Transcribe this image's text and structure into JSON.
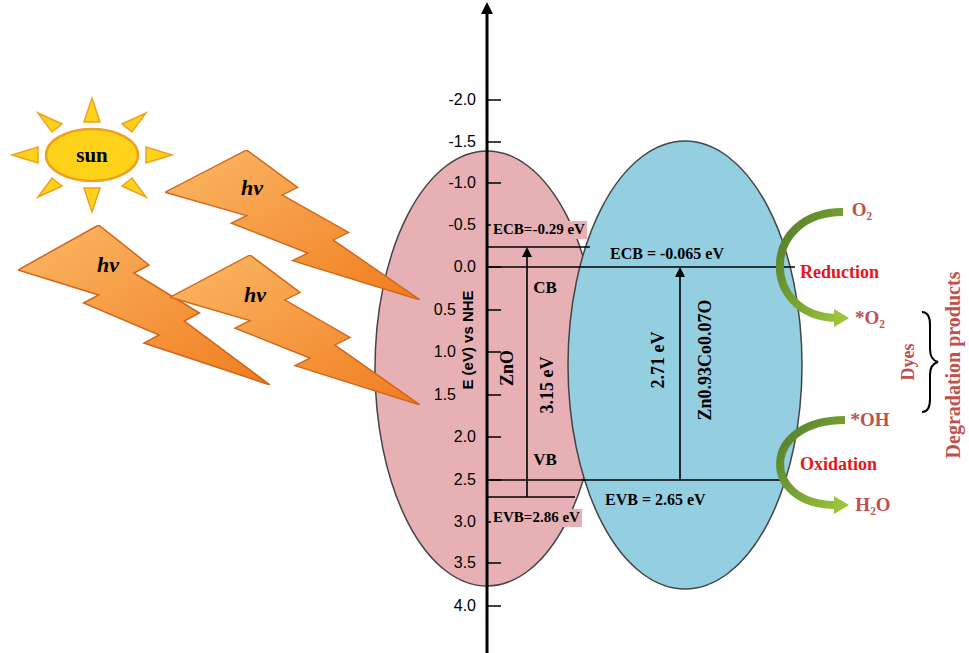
{
  "diagram": {
    "nodes": [
      {
        "text": [
          "sun"
        ]
      },
      {
        "text": [
          "hv"
        ]
      },
      {
        "text": [
          "hv"
        ]
      },
      {
        "text": [
          "hv"
        ]
      },
      {
        "text": [
          "ECB=-0.29 eV",
          "CB",
          "ZnO",
          "3.15 eV",
          "VB",
          "EVB=2.86 eV"
        ]
      },
      {
        "text": [
          "ECB = -0.065 eV",
          "2.71 eV",
          "Zn0.93Co0.07O",
          "EVB = 2.65 eV"
        ]
      }
    ],
    "labels": [
      "-2.0",
      "-1.5",
      "-1.0",
      "-0.5",
      "0.0",
      "0.5",
      "1.0",
      "1.5",
      "2.0",
      "2.5",
      "3.0",
      "3.5",
      "4.0",
      "E (eV) vs NHE",
      "O₂",
      "Reduction",
      "*O₂",
      "Dyes",
      "*OH",
      "Oxidation",
      "H₂O",
      "Degradation products"
    ]
  }
}
